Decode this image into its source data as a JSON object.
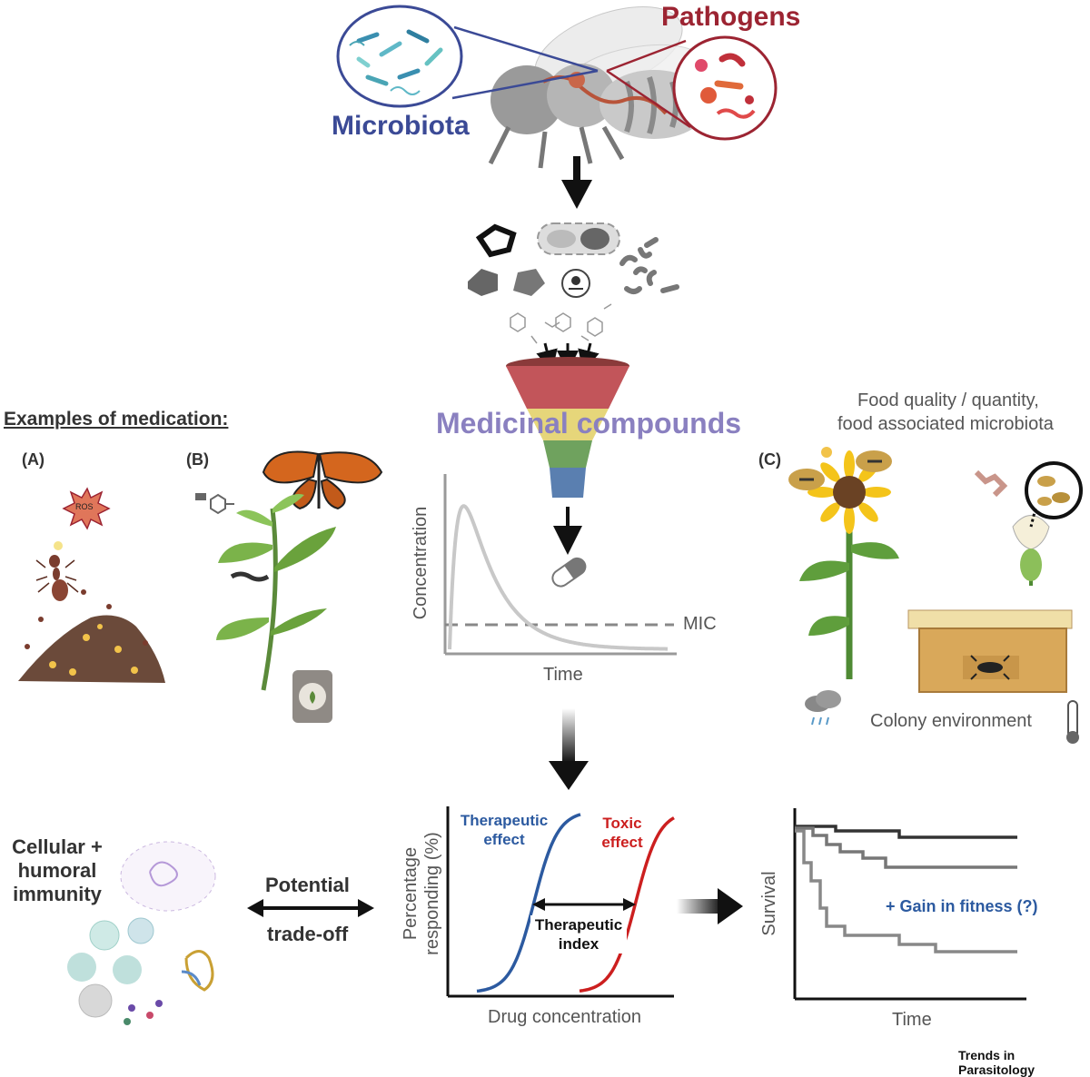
{
  "header": {
    "microbiota": "Microbiota",
    "pathogens": "Pathogens"
  },
  "center": {
    "medicinal_compounds": "Medicinal compounds"
  },
  "pk_graph": {
    "ylabel": "Concentration",
    "xlabel": "Time",
    "mic_label": "MIC"
  },
  "examples": {
    "heading": "Examples of medication:",
    "a": "(A)",
    "b": "(B)",
    "c": "(C)",
    "ros": "ROS"
  },
  "right_panel": {
    "food_line1": "Food quality / quantity,",
    "food_line2": "food associated microbiota",
    "colony_environment": "Colony environment"
  },
  "immunity": {
    "line1": "Cellular +",
    "line2": "humoral",
    "line3": "immunity",
    "potential": "Potential",
    "tradeoff": "trade-off"
  },
  "dose_response": {
    "therapeutic_line1": "Therapeutic",
    "therapeutic_line2": "effect",
    "toxic_line1": "Toxic",
    "toxic_line2": "effect",
    "index_line1": "Therapeutic",
    "index_line2": "index",
    "ylabel_line1": "Percentage",
    "ylabel_line2": "responding (%)",
    "xlabel": "Drug concentration"
  },
  "survival": {
    "ylabel": "Survival",
    "xlabel": "Time",
    "gain": "+ Gain in fitness (?)"
  },
  "footer": {
    "journal": "Trends in Parasitology"
  },
  "colors": {
    "blue": "#3b4a96",
    "red": "#9c2432",
    "purple": "#8a80c0",
    "therapeutic": "#2c5aa0",
    "toxic": "#cc1f1f"
  }
}
